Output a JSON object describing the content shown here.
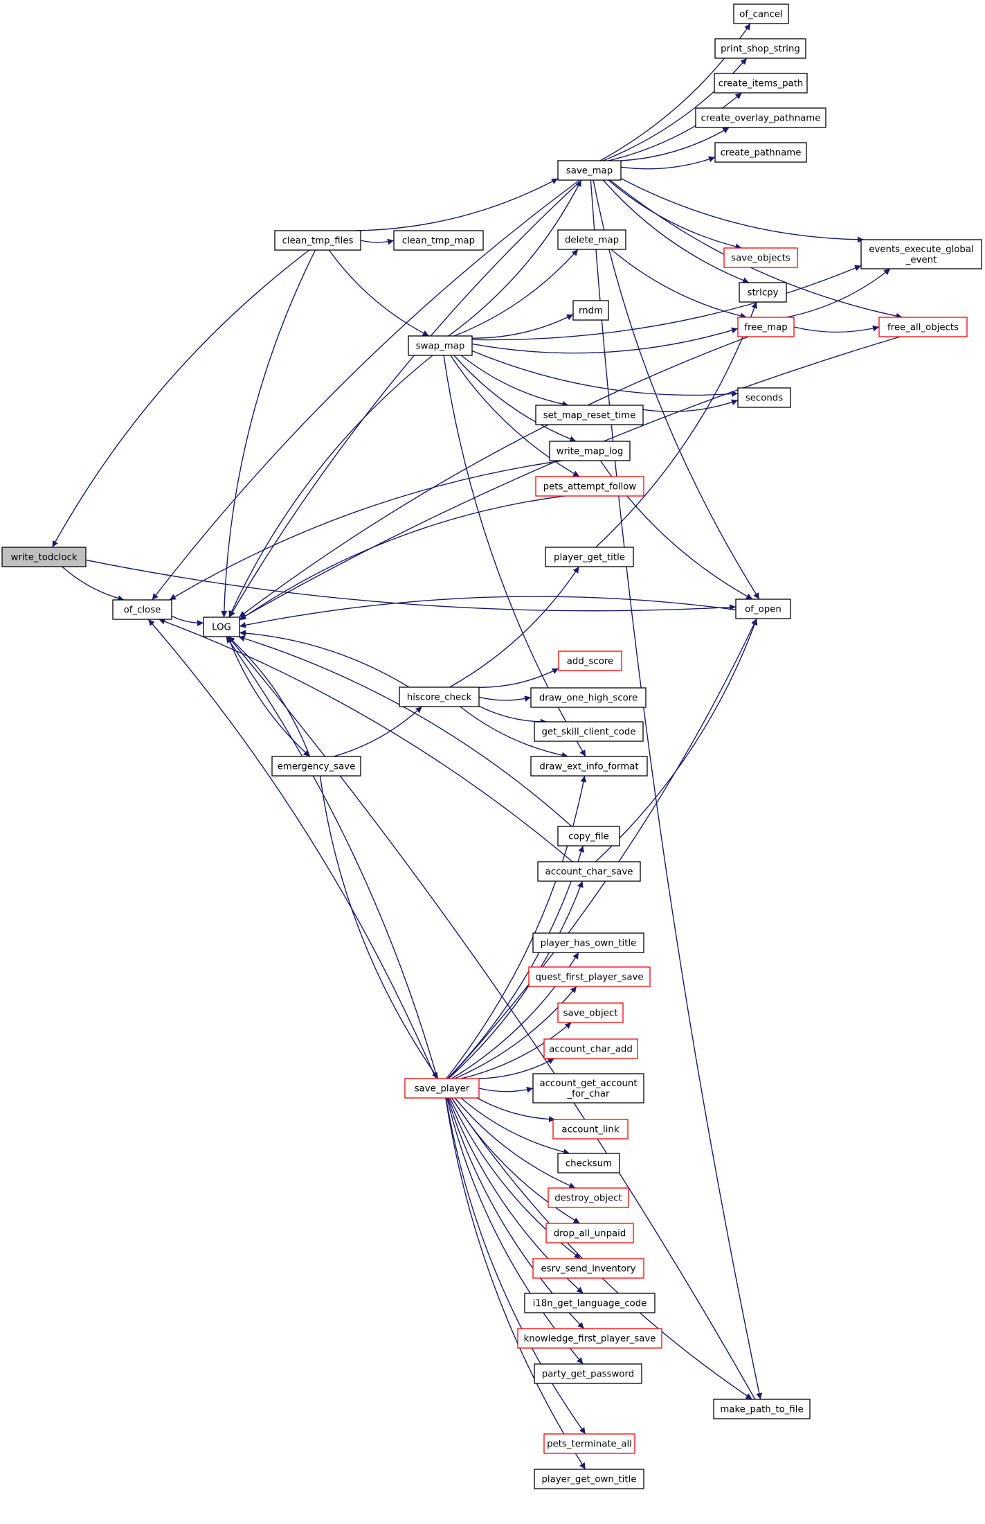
{
  "colors": {
    "edge": "#191970",
    "node_border": "#000000",
    "node_fill": "#ffffff",
    "node_border_truncated": "#ff0000",
    "focus_fill": "#bfbfbf"
  },
  "nodes": [
    {
      "id": "write_todclock",
      "lines": [
        "write_todclock"
      ],
      "focus": true
    },
    {
      "id": "of_close",
      "lines": [
        "of_close"
      ]
    },
    {
      "id": "LOG",
      "lines": [
        "LOG"
      ]
    },
    {
      "id": "clean_tmp_files",
      "lines": [
        "clean_tmp_files"
      ]
    },
    {
      "id": "clean_tmp_map",
      "lines": [
        "clean_tmp_map"
      ]
    },
    {
      "id": "save_map",
      "lines": [
        "save_map"
      ]
    },
    {
      "id": "of_cancel",
      "lines": [
        "of_cancel"
      ]
    },
    {
      "id": "print_shop_string",
      "lines": [
        "print_shop_string"
      ]
    },
    {
      "id": "create_items_path",
      "lines": [
        "create_items_path"
      ]
    },
    {
      "id": "create_overlay_pathname",
      "lines": [
        "create_overlay_pathname"
      ]
    },
    {
      "id": "create_pathname",
      "lines": [
        "create_pathname"
      ]
    },
    {
      "id": "delete_map",
      "lines": [
        "delete_map"
      ]
    },
    {
      "id": "save_objects",
      "lines": [
        "save_objects"
      ],
      "truncated": true
    },
    {
      "id": "events_execute_global_event",
      "lines": [
        "events_execute_global",
        "_event"
      ]
    },
    {
      "id": "strlcpy",
      "lines": [
        "strlcpy"
      ]
    },
    {
      "id": "free_map",
      "lines": [
        "free_map"
      ],
      "truncated": true
    },
    {
      "id": "free_all_objects",
      "lines": [
        "free_all_objects"
      ],
      "truncated": true
    },
    {
      "id": "rndm",
      "lines": [
        "rndm"
      ]
    },
    {
      "id": "swap_map",
      "lines": [
        "swap_map"
      ]
    },
    {
      "id": "seconds",
      "lines": [
        "seconds"
      ]
    },
    {
      "id": "set_map_reset_time",
      "lines": [
        "set_map_reset_time"
      ]
    },
    {
      "id": "write_map_log",
      "lines": [
        "write_map_log"
      ]
    },
    {
      "id": "pets_attempt_follow",
      "lines": [
        "pets_attempt_follow"
      ],
      "truncated": true
    },
    {
      "id": "player_get_title",
      "lines": [
        "player_get_title"
      ]
    },
    {
      "id": "of_open",
      "lines": [
        "of_open"
      ]
    },
    {
      "id": "add_score",
      "lines": [
        "add_score"
      ],
      "truncated": true
    },
    {
      "id": "hiscore_check",
      "lines": [
        "hiscore_check"
      ]
    },
    {
      "id": "draw_one_high_score",
      "lines": [
        "draw_one_high_score"
      ]
    },
    {
      "id": "get_skill_client_code",
      "lines": [
        "get_skill_client_code"
      ]
    },
    {
      "id": "emergency_save",
      "lines": [
        "emergency_save"
      ]
    },
    {
      "id": "draw_ext_info_format",
      "lines": [
        "draw_ext_info_format"
      ]
    },
    {
      "id": "copy_file",
      "lines": [
        "copy_file"
      ]
    },
    {
      "id": "account_char_save",
      "lines": [
        "account_char_save"
      ]
    },
    {
      "id": "player_has_own_title",
      "lines": [
        "player_has_own_title"
      ]
    },
    {
      "id": "quest_first_player_save",
      "lines": [
        "quest_first_player_save"
      ],
      "truncated": true
    },
    {
      "id": "save_object",
      "lines": [
        "save_object"
      ],
      "truncated": true
    },
    {
      "id": "account_char_add",
      "lines": [
        "account_char_add"
      ],
      "truncated": true
    },
    {
      "id": "save_player",
      "lines": [
        "save_player"
      ],
      "truncated": true
    },
    {
      "id": "account_get_account_for_char",
      "lines": [
        "account_get_account",
        "_for_char"
      ]
    },
    {
      "id": "account_link",
      "lines": [
        "account_link"
      ],
      "truncated": true
    },
    {
      "id": "checksum",
      "lines": [
        "checksum"
      ]
    },
    {
      "id": "destroy_object",
      "lines": [
        "destroy_object"
      ],
      "truncated": true
    },
    {
      "id": "drop_all_unpaid",
      "lines": [
        "drop_all_unpaid"
      ],
      "truncated": true
    },
    {
      "id": "esrv_send_inventory",
      "lines": [
        "esrv_send_inventory"
      ],
      "truncated": true
    },
    {
      "id": "i18n_get_language_code",
      "lines": [
        "i18n_get_language_code"
      ]
    },
    {
      "id": "knowledge_first_player_save",
      "lines": [
        "knowledge_first_player_save"
      ],
      "truncated": true
    },
    {
      "id": "party_get_password",
      "lines": [
        "party_get_password"
      ]
    },
    {
      "id": "make_path_to_file",
      "lines": [
        "make_path_to_file"
      ]
    },
    {
      "id": "pets_terminate_all",
      "lines": [
        "pets_terminate_all"
      ],
      "truncated": true
    },
    {
      "id": "player_get_own_title",
      "lines": [
        "player_get_own_title"
      ]
    }
  ],
  "edges": [
    [
      "write_todclock",
      "of_close"
    ],
    [
      "write_todclock",
      "of_open"
    ],
    [
      "of_close",
      "LOG"
    ],
    [
      "clean_tmp_files",
      "write_todclock"
    ],
    [
      "clean_tmp_files",
      "clean_tmp_map"
    ],
    [
      "clean_tmp_files",
      "save_map"
    ],
    [
      "clean_tmp_files",
      "swap_map"
    ],
    [
      "clean_tmp_files",
      "LOG"
    ],
    [
      "save_map",
      "of_cancel"
    ],
    [
      "save_map",
      "print_shop_string"
    ],
    [
      "save_map",
      "create_items_path"
    ],
    [
      "save_map",
      "create_overlay_pathname"
    ],
    [
      "save_map",
      "create_pathname"
    ],
    [
      "save_map",
      "save_objects"
    ],
    [
      "save_map",
      "strlcpy"
    ],
    [
      "save_map",
      "events_execute_global_event"
    ],
    [
      "save_map",
      "free_all_objects"
    ],
    [
      "save_map",
      "of_open"
    ],
    [
      "save_map",
      "make_path_to_file"
    ],
    [
      "save_map",
      "of_close"
    ],
    [
      "save_map",
      "LOG"
    ],
    [
      "delete_map",
      "free_map"
    ],
    [
      "free_map",
      "events_execute_global_event"
    ],
    [
      "free_map",
      "free_all_objects"
    ],
    [
      "free_map",
      "LOG"
    ],
    [
      "free_all_objects",
      "LOG"
    ],
    [
      "swap_map",
      "save_map"
    ],
    [
      "swap_map",
      "delete_map"
    ],
    [
      "swap_map",
      "free_map"
    ],
    [
      "swap_map",
      "rndm"
    ],
    [
      "swap_map",
      "seconds"
    ],
    [
      "swap_map",
      "set_map_reset_time"
    ],
    [
      "swap_map",
      "write_map_log"
    ],
    [
      "swap_map",
      "pets_attempt_follow"
    ],
    [
      "swap_map",
      "draw_ext_info_format"
    ],
    [
      "swap_map",
      "events_execute_global_event"
    ],
    [
      "swap_map",
      "LOG"
    ],
    [
      "set_map_reset_time",
      "seconds"
    ],
    [
      "write_map_log",
      "of_open"
    ],
    [
      "write_map_log",
      "of_close"
    ],
    [
      "pets_attempt_follow",
      "LOG"
    ],
    [
      "player_get_title",
      "strlcpy"
    ],
    [
      "of_open",
      "LOG"
    ],
    [
      "hiscore_check",
      "player_get_title"
    ],
    [
      "hiscore_check",
      "add_score"
    ],
    [
      "hiscore_check",
      "draw_one_high_score"
    ],
    [
      "hiscore_check",
      "get_skill_client_code"
    ],
    [
      "hiscore_check",
      "draw_ext_info_format"
    ],
    [
      "hiscore_check",
      "LOG"
    ],
    [
      "emergency_save",
      "hiscore_check"
    ],
    [
      "emergency_save",
      "save_player"
    ],
    [
      "emergency_save",
      "LOG"
    ],
    [
      "LOG",
      "emergency_save"
    ],
    [
      "copy_file",
      "LOG"
    ],
    [
      "account_char_save",
      "of_open"
    ],
    [
      "account_char_save",
      "of_close"
    ],
    [
      "save_player",
      "draw_ext_info_format"
    ],
    [
      "save_player",
      "copy_file"
    ],
    [
      "save_player",
      "account_char_save"
    ],
    [
      "save_player",
      "of_open"
    ],
    [
      "save_player",
      "player_has_own_title"
    ],
    [
      "save_player",
      "quest_first_player_save"
    ],
    [
      "save_player",
      "save_object"
    ],
    [
      "save_player",
      "account_char_add"
    ],
    [
      "save_player",
      "account_get_account_for_char"
    ],
    [
      "save_player",
      "account_link"
    ],
    [
      "save_player",
      "checksum"
    ],
    [
      "save_player",
      "destroy_object"
    ],
    [
      "save_player",
      "drop_all_unpaid"
    ],
    [
      "save_player",
      "esrv_send_inventory"
    ],
    [
      "save_player",
      "i18n_get_language_code"
    ],
    [
      "save_player",
      "knowledge_first_player_save"
    ],
    [
      "save_player",
      "party_get_password"
    ],
    [
      "save_player",
      "make_path_to_file"
    ],
    [
      "save_player",
      "pets_terminate_all"
    ],
    [
      "save_player",
      "player_get_own_title"
    ],
    [
      "save_player",
      "of_close"
    ],
    [
      "save_player",
      "LOG"
    ],
    [
      "make_path_to_file",
      "LOG"
    ]
  ]
}
